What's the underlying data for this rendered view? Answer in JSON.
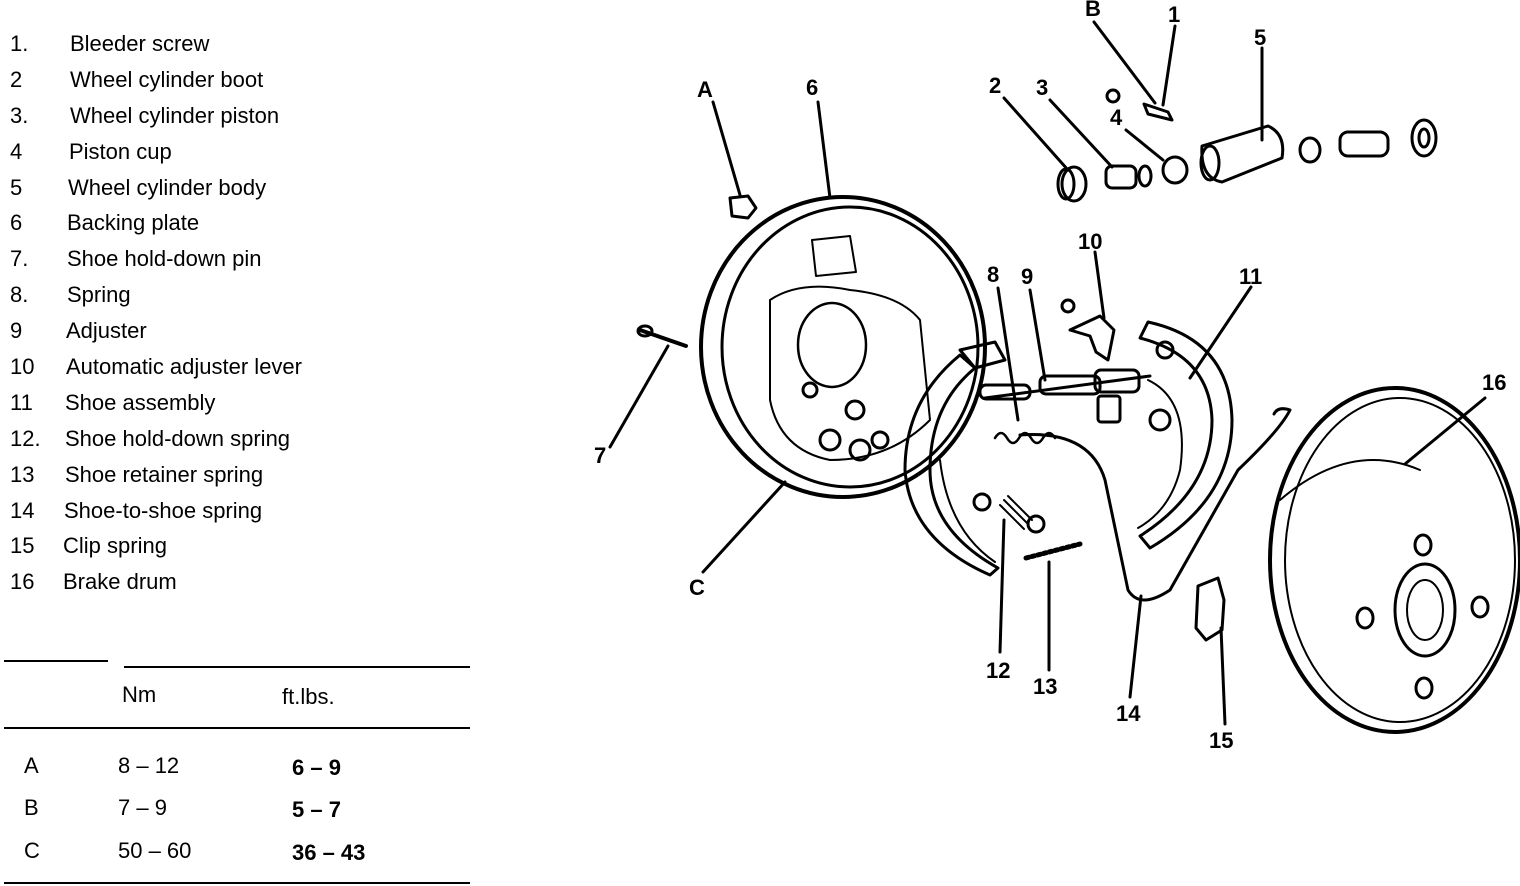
{
  "legend": [
    {
      "num": "1.",
      "label": "Bleeder screw"
    },
    {
      "num": "2",
      "label": "Wheel cylinder boot"
    },
    {
      "num": "3.",
      "label": "Wheel cylinder piston"
    },
    {
      "num": "4",
      "label": "Piston cup"
    },
    {
      "num": "5",
      "label": "Wheel cylinder body"
    },
    {
      "num": "6",
      "label": "Backing plate"
    },
    {
      "num": "7.",
      "label": "Shoe hold-down pin"
    },
    {
      "num": "8.",
      "label": "Spring"
    },
    {
      "num": "9",
      "label": "Adjuster"
    },
    {
      "num": "10",
      "label": "Automatic adjuster lever"
    },
    {
      "num": "11",
      "label": "Shoe assembly"
    },
    {
      "num": "12.",
      "label": "Shoe hold-down spring"
    },
    {
      "num": "13",
      "label": "Shoe retainer spring"
    },
    {
      "num": "14",
      "label": "Shoe-to-shoe spring"
    },
    {
      "num": "15",
      "label": "Clip spring"
    },
    {
      "num": "16",
      "label": "Brake drum"
    }
  ],
  "torque_table": {
    "headers": [
      "",
      "Nm",
      "ft.lbs."
    ],
    "rows": [
      {
        "point": "A",
        "nm": "8 – 12",
        "ftlbs": "6 – 9"
      },
      {
        "point": "B",
        "nm": "7 – 9",
        "ftlbs": "5 – 7"
      },
      {
        "point": "C",
        "nm": "50 – 60",
        "ftlbs": "36 – 43"
      }
    ]
  },
  "callouts": {
    "A": "A",
    "B": "B",
    "C": "C",
    "n1": "1",
    "n2": "2",
    "n3": "3",
    "n4": "4",
    "n5": "5",
    "n6": "6",
    "n7": "7",
    "n8": "8",
    "n9": "9",
    "n10": "10",
    "n11": "11",
    "n12": "12",
    "n13": "13",
    "n14": "14",
    "n15": "15",
    "n16": "16"
  }
}
